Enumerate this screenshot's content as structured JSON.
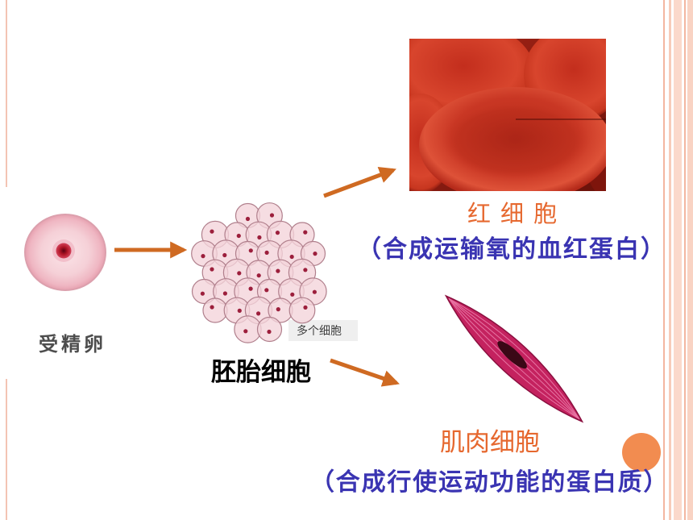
{
  "theme": {
    "title_color": "#e6682f",
    "desc_color": "#3a34b2",
    "arrow_color": "#cf6a22",
    "accent_dot_color": "#f28c50"
  },
  "zygote": {
    "label": "受精卵"
  },
  "embryo": {
    "label": "胚胎细胞",
    "caption": "多个细胞"
  },
  "red_blood_cell": {
    "title": "红 细 胞",
    "description": "（合成运输氧的血红蛋白）"
  },
  "muscle_cell": {
    "title": "肌肉细胞",
    "description": "（合成行使运动功能的蛋白质）"
  }
}
